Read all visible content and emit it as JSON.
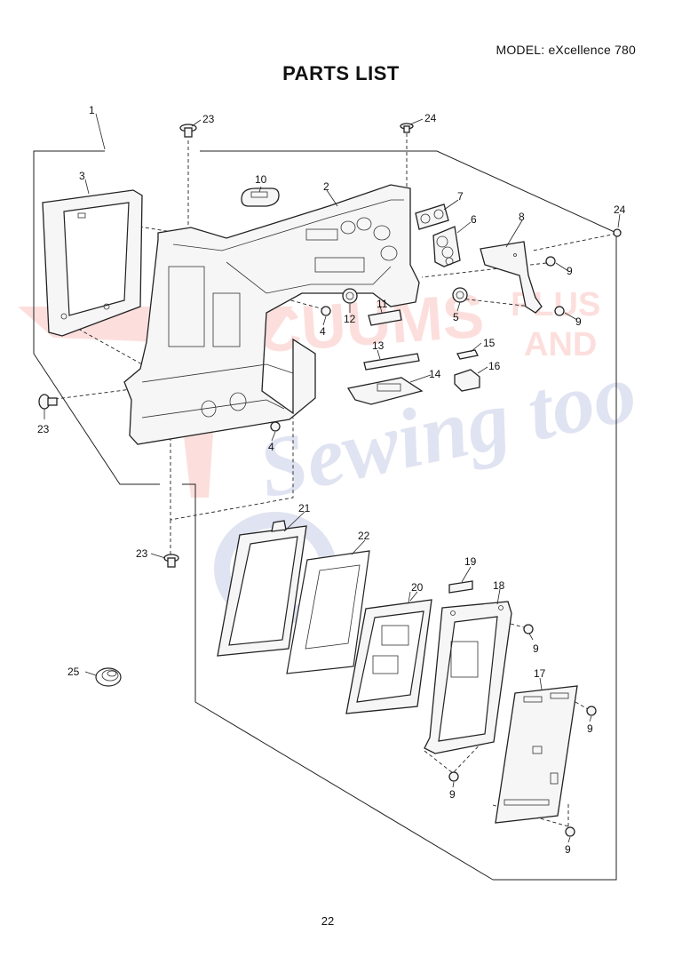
{
  "header": {
    "model": "MODEL: eXcellence 780",
    "title": "PARTS LIST"
  },
  "footer": {
    "page_number": "22"
  },
  "callouts": [
    "1",
    "2",
    "3",
    "4",
    "4",
    "5",
    "6",
    "7",
    "8",
    "9",
    "9",
    "9",
    "9",
    "9",
    "9",
    "10",
    "11",
    "12",
    "13",
    "14",
    "15",
    "16",
    "17",
    "18",
    "19",
    "20",
    "21",
    "22",
    "23",
    "23",
    "23",
    "24",
    "24",
    "25"
  ],
  "watermark": {
    "brand_line1": "VACUUMS PLUS AND",
    "brand_line2": "Sewing too",
    "colors": {
      "red": "#e8332a",
      "blue": "#3d4fa3"
    }
  }
}
